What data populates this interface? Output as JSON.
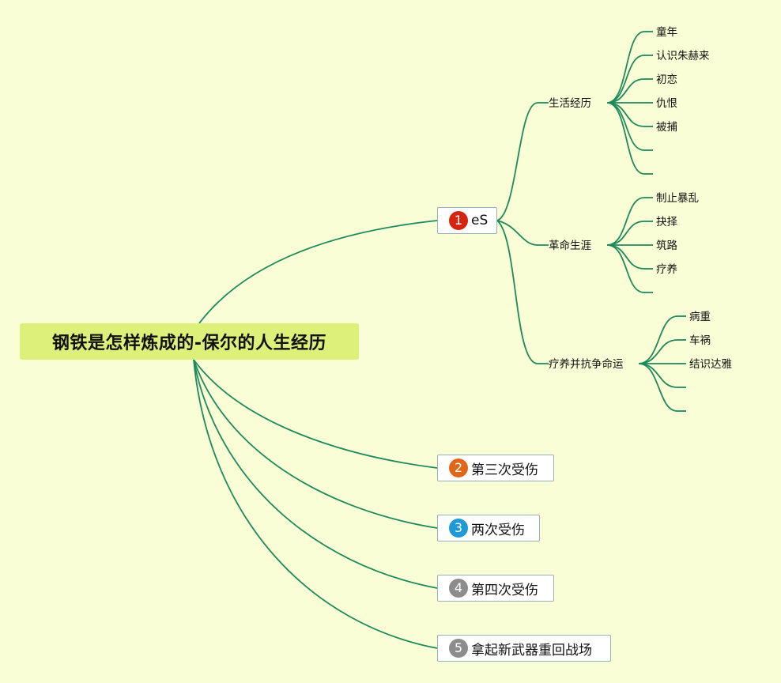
{
  "root": {
    "title": "钢铁是怎样炼成的-保尔的人生经历"
  },
  "branches": [
    {
      "index": "1",
      "label": "eS",
      "badge_color": "#d5240f",
      "children": [
        {
          "label": "生活经历",
          "leaves": [
            "童年",
            "认识朱赫来",
            "初恋",
            "仇恨",
            "被捕",
            "",
            ""
          ]
        },
        {
          "label": "革命生涯",
          "leaves": [
            "制止暴乱",
            "抉择",
            "筑路",
            "疗养",
            ""
          ]
        },
        {
          "label": "疗养并抗争命运",
          "leaves": [
            "病重",
            "车祸",
            "结识达雅",
            "",
            ""
          ]
        }
      ]
    },
    {
      "index": "2",
      "label": "第三次受伤",
      "badge_color": "#e0661a",
      "children": []
    },
    {
      "index": "3",
      "label": "两次受伤",
      "badge_color": "#1e9ad6",
      "children": []
    },
    {
      "index": "4",
      "label": "第四次受伤",
      "badge_color": "#8c8c8c",
      "children": []
    },
    {
      "index": "5",
      "label": "拿起新武器重回战场",
      "badge_color": "#8c8c8c",
      "children": []
    }
  ],
  "colors": {
    "line": "#1e8a5c",
    "background": "#fafed6",
    "root_fill": "#dcf07a"
  }
}
